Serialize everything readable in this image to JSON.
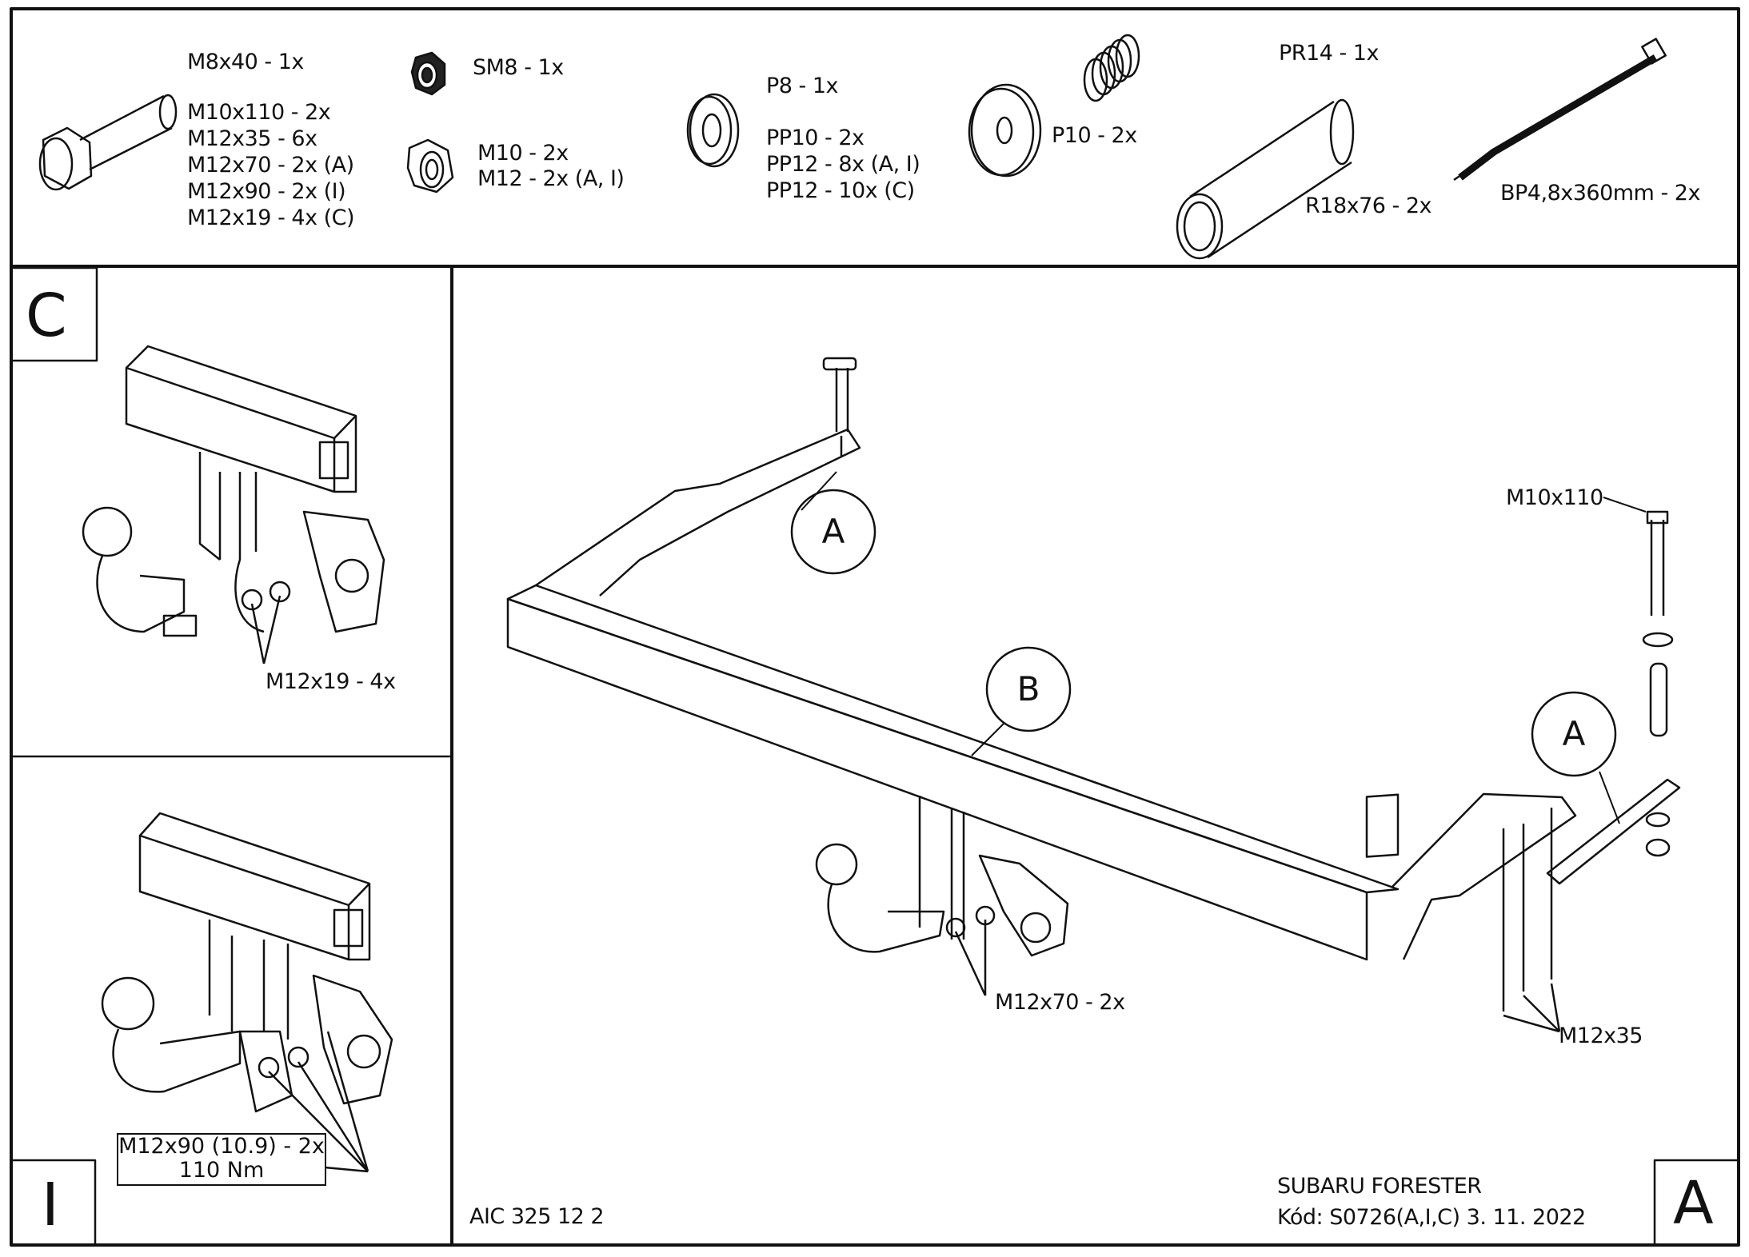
{
  "parts": {
    "bolt_m8": "M8x40 - 1x",
    "bolts": [
      "M10x110 - 2x",
      "M12x35 - 6x",
      "M12x70 - 2x (A)",
      "M12x90 - 2x (I)",
      "M12x19 - 4x (C)"
    ],
    "nut_sm8": "SM8 - 1x",
    "nuts": [
      "M10 - 2x",
      "M12 - 2x (A, I)"
    ],
    "washer_p8": "P8 - 1x",
    "washers_pp": [
      "PP10 - 2x",
      "PP12 - 8x (A, I)",
      "PP12 - 10x (C)"
    ],
    "washer_p10": "P10 - 2x",
    "spring": "PR14 - 1x",
    "tube": "R18x76 - 2x",
    "cable_tie": "BP4,8x360mm - 2x"
  },
  "panels": {
    "c": {
      "label": "C",
      "callout": "M12x19 - 4x"
    },
    "i": {
      "label": "I",
      "callout_line1": "M12x90 (10.9) - 2x",
      "callout_line2": "110 Nm"
    },
    "main": {
      "label": "A",
      "callouts": {
        "m10x110": "M10x110",
        "m12x70": "M12x70 - 2x",
        "m12x35": "M12x35"
      },
      "balloons": [
        "A",
        "B",
        "A"
      ]
    }
  },
  "footer": {
    "doc_number": "AIC 325 12 2",
    "vehicle": "SUBARU FORESTER",
    "code": "Kód: S0726(A,I,C)  3. 11. 2022"
  }
}
